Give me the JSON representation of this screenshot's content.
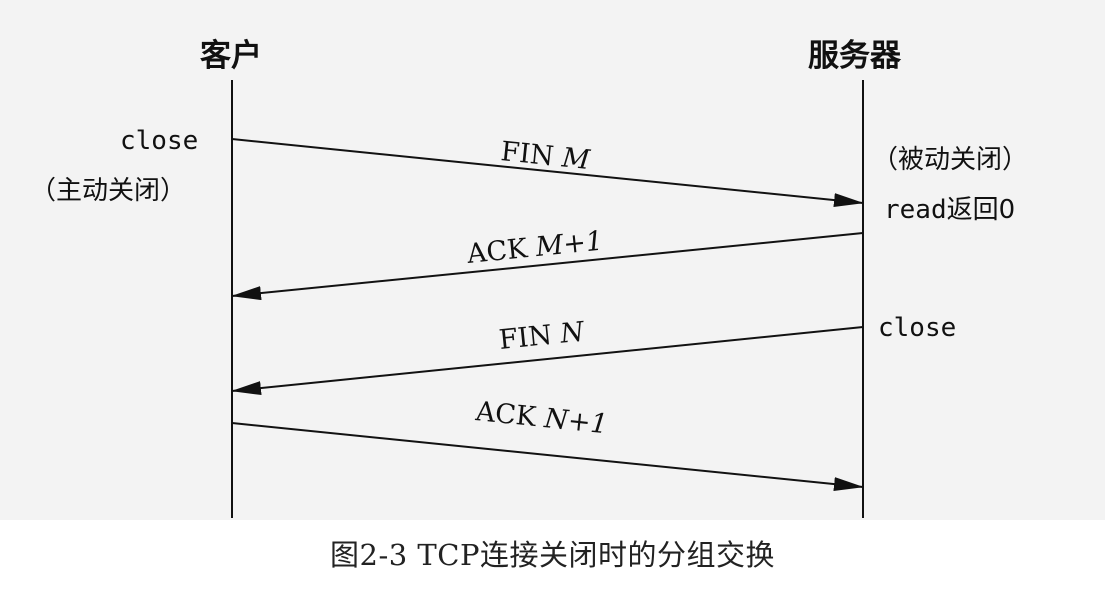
{
  "diagram": {
    "client_title": "客户",
    "server_title": "服务器",
    "client_notes": {
      "close": "close",
      "active_close": "（主动关闭）"
    },
    "server_notes": {
      "passive_close": "（被动关闭）",
      "read_returns_prefix": "read",
      "read_returns_suffix": "返回0",
      "close": "close"
    },
    "messages": [
      {
        "label": "FIN ",
        "var": "M"
      },
      {
        "label": "ACK ",
        "var": "M+1"
      },
      {
        "label": "FIN ",
        "var": "N"
      },
      {
        "label": "ACK ",
        "var": "N+1"
      }
    ]
  },
  "caption": "图2-3 TCP连接关闭时的分组交换"
}
